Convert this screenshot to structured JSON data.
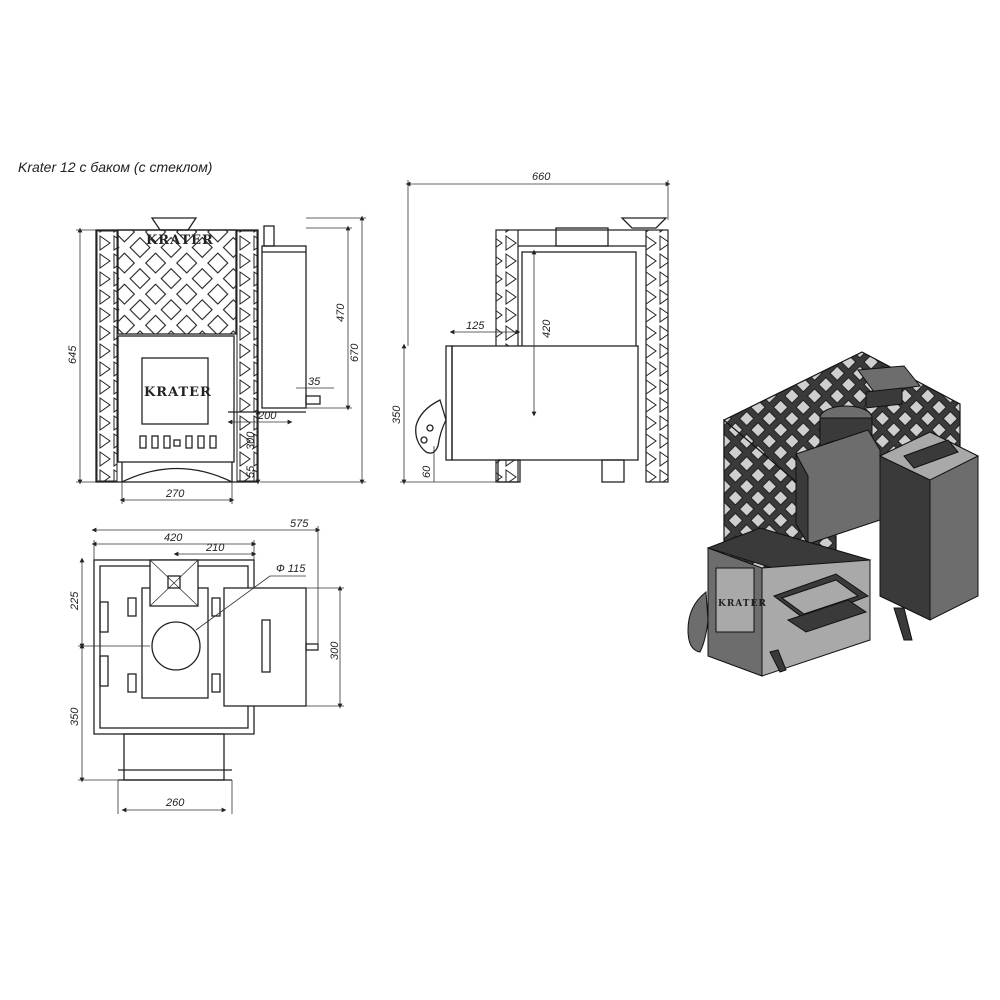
{
  "title": "Krater 12 с баком (с стеклом)",
  "brand": "KRATER",
  "front_view": {
    "dim_total_height": "645",
    "dim_tank_height": "670",
    "dim_tank_body": "470",
    "dim_tap": "35",
    "dim_tank_offset": "200",
    "dim_door_height": "300",
    "dim_leg": "55",
    "dim_base_width": "270"
  },
  "side_view": {
    "dim_total_length": "660",
    "dim_firebox_ext": "125",
    "dim_tank_height": "420",
    "dim_door_level": "350",
    "dim_handle": "60"
  },
  "top_view": {
    "dim_total_width": "575",
    "dim_body_width": "420",
    "dim_chimney_offset": "210",
    "dim_chimney_diameter": "Ф 115",
    "dim_rear": "225",
    "dim_tank_depth": "300",
    "dim_front": "350",
    "dim_firebox_width": "260"
  },
  "iso_view": {
    "icon": "stove-3d-render-icon"
  }
}
